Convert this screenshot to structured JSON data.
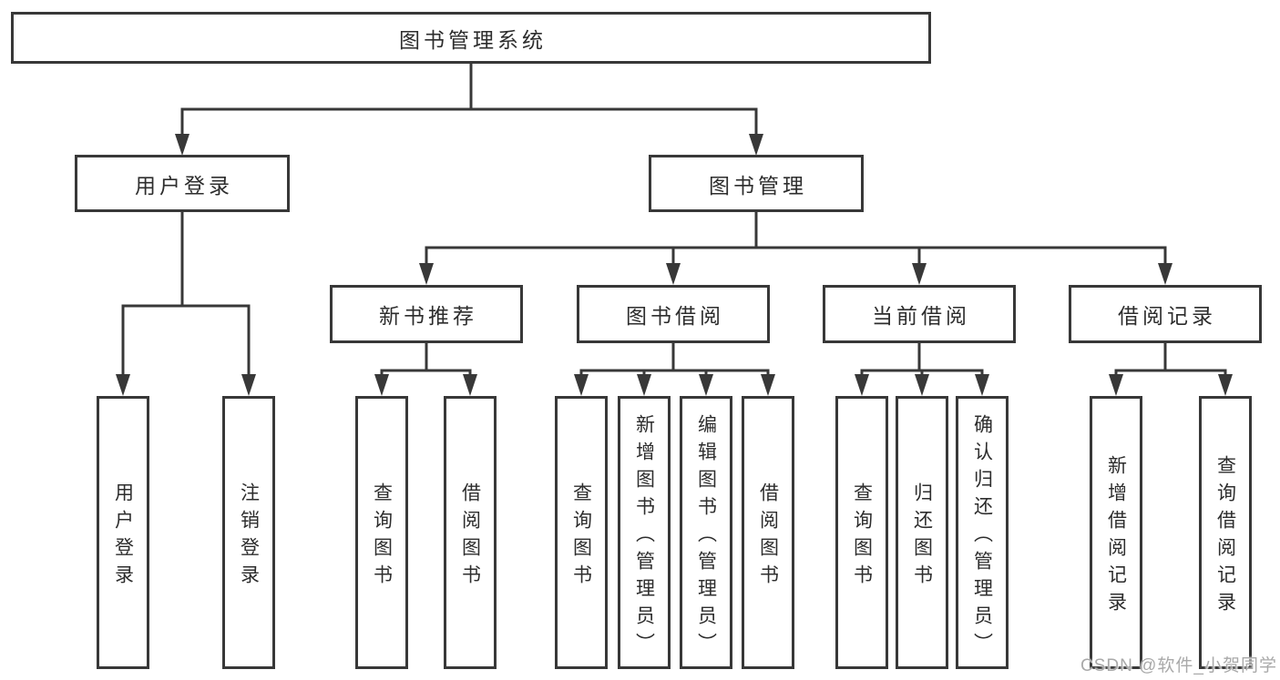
{
  "diagram_title": "图书管理系统",
  "watermark": "CSDN @软件_小贺同学",
  "colors": {
    "line": "#383838",
    "text": "#2d2d2d",
    "watermark": "#a9a9a9",
    "background": "#ffffff"
  },
  "tree": {
    "root": "图书管理系统",
    "level2": [
      "用户登录",
      "图书管理"
    ],
    "level3": [
      "新书推荐",
      "图书借阅",
      "当前借阅",
      "借阅记录"
    ],
    "leaves": {
      "user_login": [
        "用户登录",
        "注销登录"
      ],
      "new_books": [
        "查询图书",
        "借阅图书"
      ],
      "book_borrow": [
        "查询图书",
        "新增图书（管理员）",
        "编辑图书（管理员）",
        "借阅图书"
      ],
      "current_borrow": [
        "查询图书",
        "归还图书",
        "确认归还（管理员）"
      ],
      "borrow_records": [
        "新增借阅记录",
        "查询借阅记录"
      ]
    }
  }
}
